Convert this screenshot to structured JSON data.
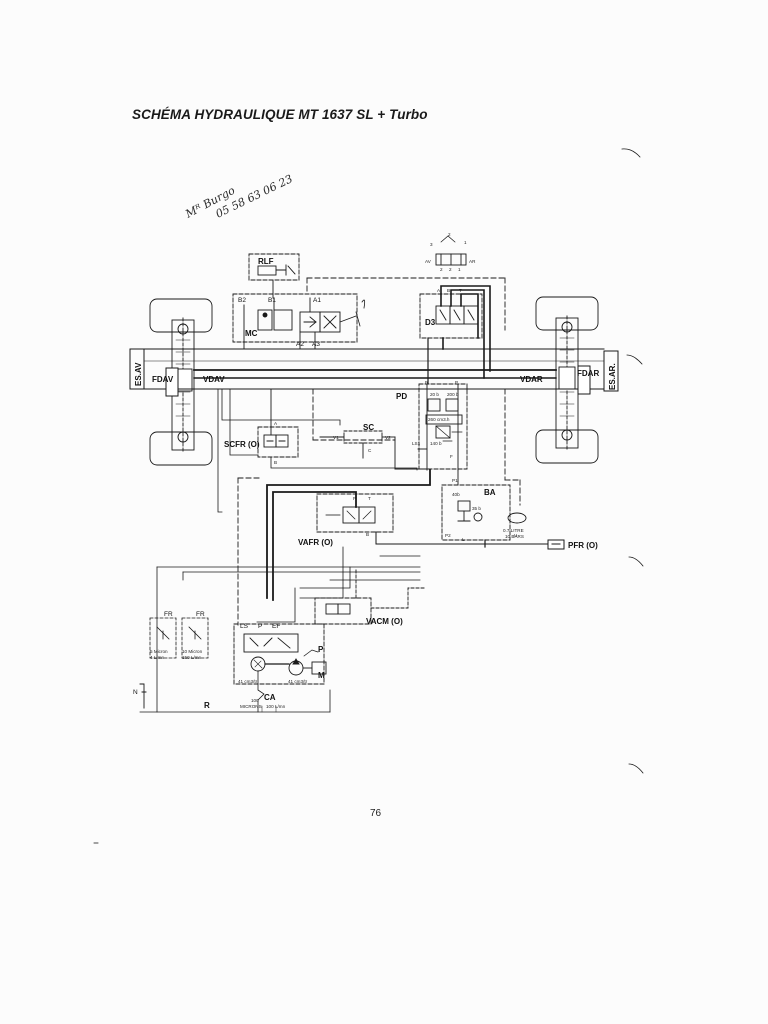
{
  "title": "SCHÉMA HYDRAULIQUE  MT 1637 SL + Turbo",
  "page_number": "76",
  "handwritten": {
    "line1": "Mᴿ Burgo",
    "line2": "05 58 63 06 23"
  },
  "labels": {
    "rlf": "RLF",
    "mc": "MC",
    "b2": "B2",
    "b1": "B1",
    "a1": "A1",
    "a2": "A2",
    "a3": "A3",
    "es_av": "ES.AV",
    "es_ar": "ES.AR.",
    "fdav": "FDAV",
    "vdav": "VDAV",
    "vdar": "VDAR",
    "fdar": "FDAR",
    "d3": "D3",
    "pd": "PD",
    "p20b": "20 b",
    "p200b": "200 b",
    "flow": "260 cm3.h",
    "p140b": "140 b",
    "sc": "SC",
    "v1": "V1",
    "v2": "V2",
    "ls1": "LS1",
    "c": "C",
    "scfr": "SCFR (O)",
    "a": "A",
    "b": "B",
    "ba": "BA",
    "p1": "P1",
    "p2": "P2",
    "u": "U",
    "b40": "40b",
    "b35": "35 b",
    "accu": "0.7 LITRE",
    "accu2": "10 BARS",
    "l": "L",
    "pfr": "PFR (O)",
    "vafr": "VAFR (O)",
    "p": "P",
    "t": "T",
    "vacm": "VACM (O)",
    "ls": "LS",
    "ef": "EF",
    "m": "M",
    "ca": "CA",
    "fr1": "FR",
    "fr2": "FR",
    "n": "N",
    "r": "R",
    "cm41a": "41 cm3/tr",
    "cm41b": "41 cm3/tr",
    "microns": "MICRONS",
    "microns_val": "100",
    "lmn": "100 L/mn",
    "fr_small1a": "5 Micron",
    "fr_small1b": "4 L/mn",
    "fr_small2a": "10 Micron",
    "fr_small2b": "150 L/mn",
    "av": "AV",
    "ar": "AR",
    "pos1": "1",
    "pos2": "2",
    "pos3": "3",
    "pos2b": "2",
    "pos2c": "2",
    "pos1b": "1",
    "d3_a": "A",
    "d3_b": "B",
    "d3_t": "T",
    "pd_r": "R",
    "pd_p": "P",
    "pd_f": "F"
  }
}
